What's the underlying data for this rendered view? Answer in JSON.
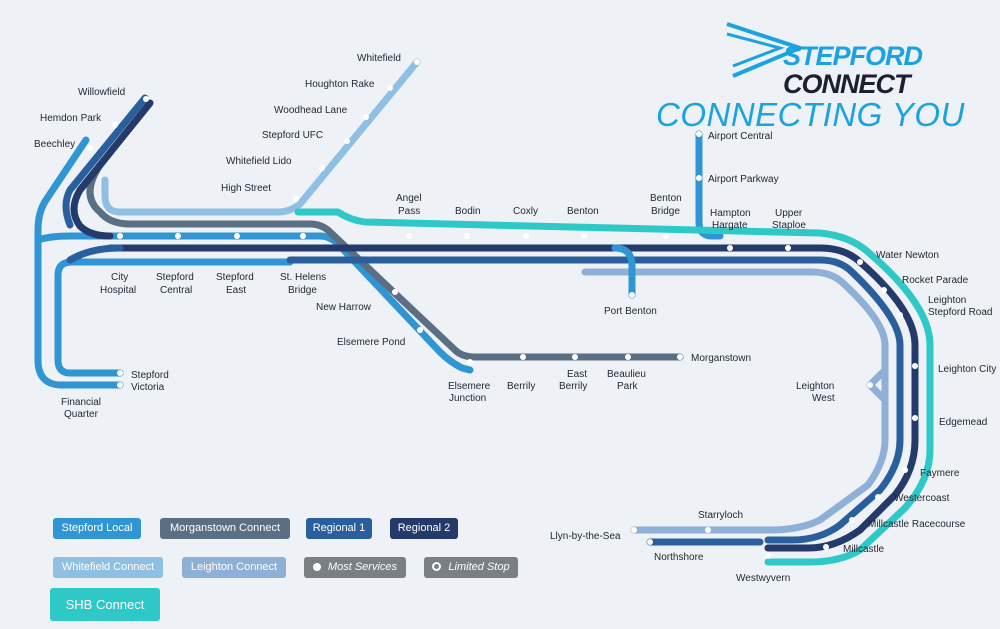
{
  "brand": {
    "name_line1": "STEPFORD",
    "name_line2": "CONNECT",
    "tagline": "CONNECTING YOU",
    "color_cyan": "#1aa3e0",
    "color_dark": "#1c2030"
  },
  "lines": [
    {
      "id": "stepford-local",
      "name": "Stepford Local",
      "color": "#2f95d3"
    },
    {
      "id": "morganstown-connect",
      "name": "Morganstown Connect",
      "color": "#5b6f84"
    },
    {
      "id": "regional-1",
      "name": "Regional 1",
      "color": "#2a5f9e"
    },
    {
      "id": "regional-2",
      "name": "Regional 2",
      "color": "#243a6b"
    },
    {
      "id": "whitefield-connect",
      "name": "Whitefield Connect",
      "color": "#8fbfe2"
    },
    {
      "id": "leighton-connect",
      "name": "Leighton Connect",
      "color": "#8fb0d6"
    },
    {
      "id": "shb-connect",
      "name": "SHB Connect",
      "color": "#2ec9c6"
    }
  ],
  "legend": {
    "most_services": "Most Services",
    "limited_stop": "Limited Stop",
    "symbol_color": "#7a7f86"
  },
  "stations": [
    {
      "id": "willowfield",
      "name": "Willowfield"
    },
    {
      "id": "hemdon-park",
      "name": "Hemdon Park"
    },
    {
      "id": "beechley",
      "name": "Beechley"
    },
    {
      "id": "whitefield",
      "name": "Whitefield"
    },
    {
      "id": "houghton-rake",
      "name": "Houghton Rake"
    },
    {
      "id": "woodhead-lane",
      "name": "Woodhead Lane"
    },
    {
      "id": "stepford-ufc",
      "name": "Stepford UFC"
    },
    {
      "id": "whitefield-lido",
      "name": "Whitefield Lido"
    },
    {
      "id": "high-street",
      "name": "High Street"
    },
    {
      "id": "city-hospital",
      "name": "City Hospital"
    },
    {
      "id": "stepford-central",
      "name": "Stepford Central"
    },
    {
      "id": "stepford-east",
      "name": "Stepford East"
    },
    {
      "id": "st-helens-bridge",
      "name": "St. Helens Bridge"
    },
    {
      "id": "stepford-victoria",
      "name": "Stepford Victoria"
    },
    {
      "id": "financial-quarter",
      "name": "Financial Quarter"
    },
    {
      "id": "new-harrow",
      "name": "New Harrow"
    },
    {
      "id": "elsemere-pond",
      "name": "Elsemere Pond"
    },
    {
      "id": "elsemere-junction",
      "name": "Elsemere Junction"
    },
    {
      "id": "berrily",
      "name": "Berrily"
    },
    {
      "id": "east-berrily",
      "name": "East Berrily"
    },
    {
      "id": "beaulieu-park",
      "name": "Beaulieu Park"
    },
    {
      "id": "morganstown",
      "name": "Morganstown"
    },
    {
      "id": "angel-pass",
      "name": "Angel Pass"
    },
    {
      "id": "bodin",
      "name": "Bodin"
    },
    {
      "id": "coxly",
      "name": "Coxly"
    },
    {
      "id": "benton",
      "name": "Benton"
    },
    {
      "id": "benton-bridge",
      "name": "Benton Bridge"
    },
    {
      "id": "port-benton",
      "name": "Port Benton"
    },
    {
      "id": "airport-central",
      "name": "Airport Central"
    },
    {
      "id": "airport-parkway",
      "name": "Airport Parkway"
    },
    {
      "id": "hampton-hargate",
      "name": "Hampton Hargate"
    },
    {
      "id": "upper-staploe",
      "name": "Upper Staploe"
    },
    {
      "id": "water-newton",
      "name": "Water Newton"
    },
    {
      "id": "rocket-parade",
      "name": "Rocket Parade"
    },
    {
      "id": "leighton-stepford-road",
      "name": "Leighton Stepford Road"
    },
    {
      "id": "leighton-city",
      "name": "Leighton City"
    },
    {
      "id": "leighton-west",
      "name": "Leighton West"
    },
    {
      "id": "edgemead",
      "name": "Edgemead"
    },
    {
      "id": "faymere",
      "name": "Faymere"
    },
    {
      "id": "westercoast",
      "name": "Westercoast"
    },
    {
      "id": "millcastle-racecourse",
      "name": "Millcastle Racecourse"
    },
    {
      "id": "millcastle",
      "name": "Millcastle"
    },
    {
      "id": "starryloch",
      "name": "Starryloch"
    },
    {
      "id": "llyn-by-the-sea",
      "name": "Llyn-by-the-Sea"
    },
    {
      "id": "northshore",
      "name": "Northshore"
    },
    {
      "id": "westwyvern",
      "name": "Westwyvern"
    }
  ]
}
